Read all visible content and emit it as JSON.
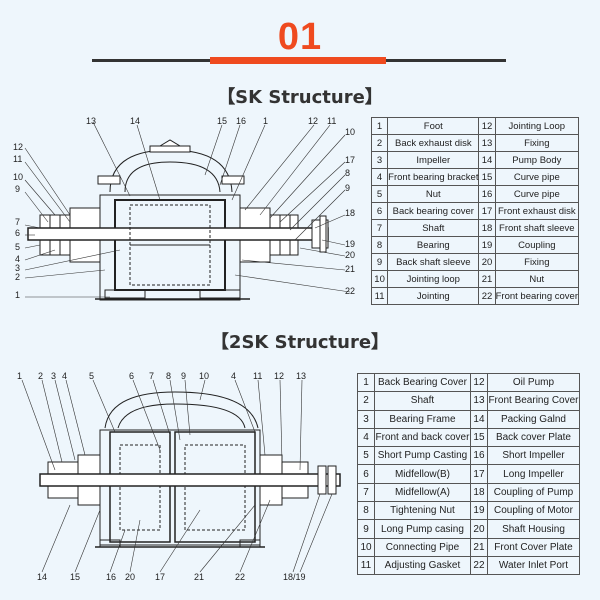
{
  "header": {
    "number": "01"
  },
  "sk": {
    "title": "【SK Structure】",
    "parts": [
      [
        "1",
        "Foot",
        "12",
        "Jointing Loop"
      ],
      [
        "2",
        "Back exhaust disk",
        "13",
        "Fixing"
      ],
      [
        "3",
        "Impeller",
        "14",
        "Pump Body"
      ],
      [
        "4",
        "Front bearing bracket",
        "15",
        "Curve pipe"
      ],
      [
        "5",
        "Nut",
        "16",
        "Curve pipe"
      ],
      [
        "6",
        "Back bearing cover",
        "17",
        "Front exhaust disk"
      ],
      [
        "7",
        "Shaft",
        "18",
        "Front shaft sleeve"
      ],
      [
        "8",
        "Bearing",
        "19",
        "Coupling"
      ],
      [
        "9",
        "Back shaft sleeve",
        "20",
        "Fixing"
      ],
      [
        "10",
        "Jointing loop",
        "21",
        "Nut"
      ],
      [
        "11",
        "Jointing",
        "22",
        "Front bearing cover"
      ]
    ],
    "callouts": {
      "n1": "1",
      "n2": "2",
      "n3": "3",
      "n4": "4",
      "n5": "5",
      "n6": "6",
      "n7": "7",
      "n8": "8",
      "n9": "9",
      "n10": "10",
      "n11": "11",
      "n12": "12",
      "n13": "13",
      "n14": "14",
      "n15": "15",
      "n16": "16",
      "n17": "17",
      "n18": "18",
      "n19": "19",
      "n20": "20",
      "n21": "21",
      "n22": "22",
      "r1": "1",
      "r12": "12",
      "r11": "11",
      "r10": "10",
      "r8": "8",
      "r9": "9"
    }
  },
  "tsk": {
    "title": "【2SK Structure】",
    "parts": [
      [
        "1",
        "Back Bearing Cover",
        "12",
        "Oil Pump"
      ],
      [
        "2",
        "Shaft",
        "13",
        "Front Bearing Cover"
      ],
      [
        "3",
        "Bearing Frame",
        "14",
        "Packing Galnd"
      ],
      [
        "4",
        "Front and back cover",
        "15",
        "Back cover Plate"
      ],
      [
        "5",
        "Short Pump Casting",
        "16",
        "Short Impeller"
      ],
      [
        "6",
        "Midfellow(B)",
        "17",
        "Long Impeller"
      ],
      [
        "7",
        "Midfellow(A)",
        "18",
        "Coupling of Pump"
      ],
      [
        "8",
        "Tightening Nut",
        "19",
        "Coupling of Motor"
      ],
      [
        "9",
        "Long Pump casing",
        "20",
        "Shaft Housing"
      ],
      [
        "10",
        "Connecting Pipe",
        "21",
        "Front Cover Plate"
      ],
      [
        "11",
        "Adjusting Gasket",
        "22",
        "Water Inlet Port"
      ]
    ],
    "callouts": {
      "t1": "1",
      "t2": "2",
      "t3": "3",
      "t4": "4",
      "t5": "5",
      "t6": "6",
      "t7": "7",
      "t8": "8",
      "t9": "9",
      "t10": "10",
      "t4b": "4",
      "t11": "11",
      "t12": "12",
      "t13": "13",
      "b14": "14",
      "b15": "15",
      "b16": "16",
      "b20": "20",
      "b17": "17",
      "b21": "21",
      "b22": "22",
      "b18": "18/19"
    }
  }
}
